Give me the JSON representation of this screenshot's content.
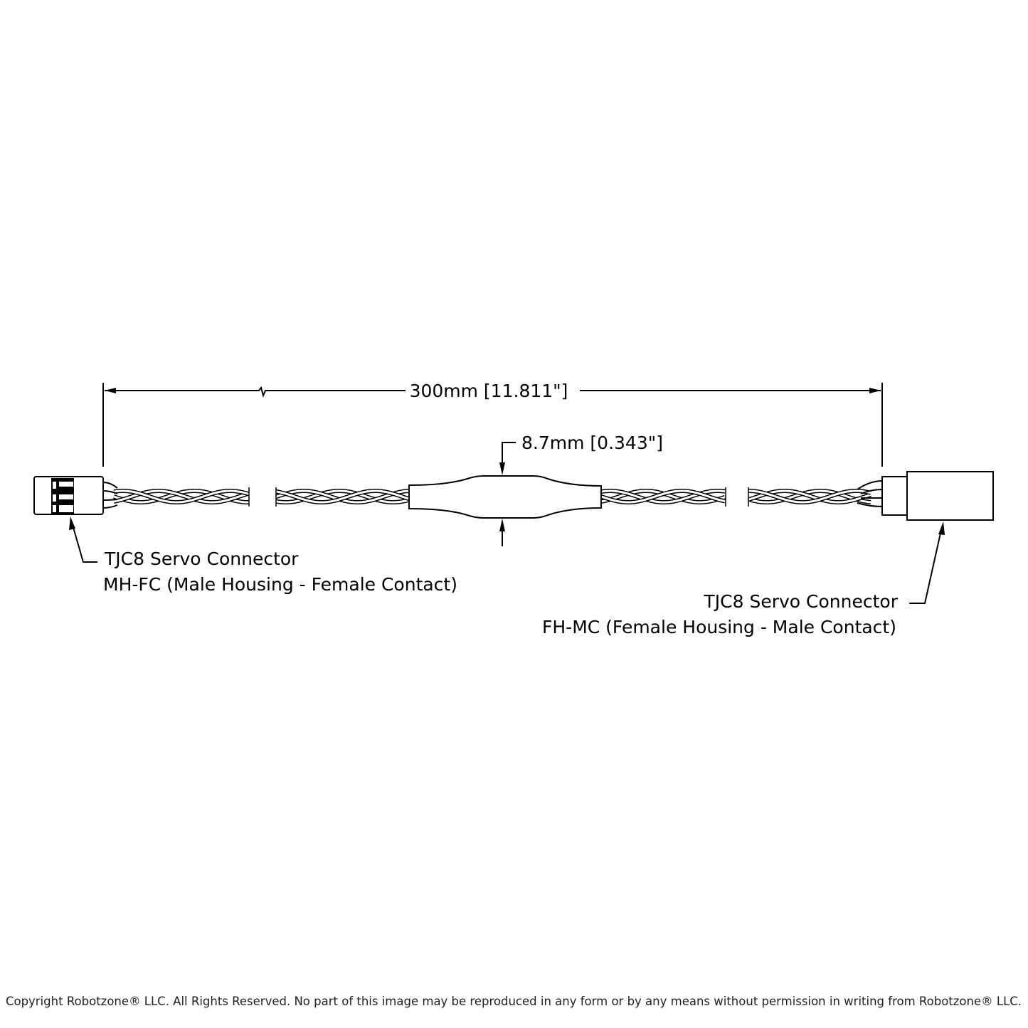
{
  "dimensions": {
    "length_label": "300mm [11.811\"]",
    "diameter_label": "8.7mm [0.343\"]"
  },
  "connectors": {
    "left": {
      "line1": "TJC8 Servo Connector",
      "line2": "MH-FC (Male Housing - Female Contact)"
    },
    "right": {
      "line1": "TJC8 Servo Connector",
      "line2": "FH-MC (Female Housing - Male Contact)"
    }
  },
  "footer": {
    "copyright": "Copyright Robotzone® LLC.  All Rights Reserved. No part of this image may be reproduced in any form or by any means without permission in writing from Robotzone® LLC."
  }
}
